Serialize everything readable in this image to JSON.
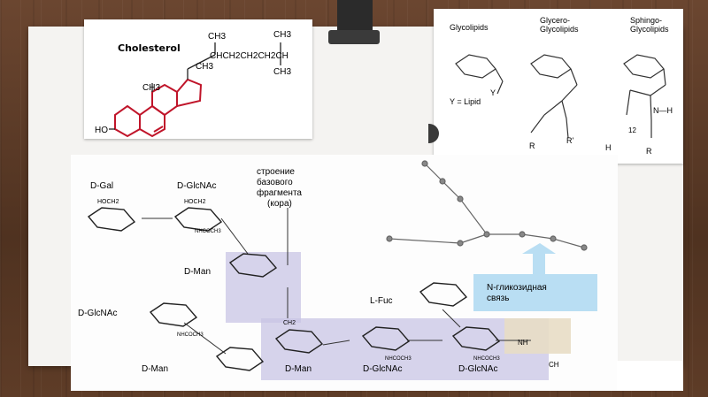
{
  "colors": {
    "wood": "#5a3a25",
    "board": "#f4f3f1",
    "ring_red": "#c0152a",
    "highlight_purple": "#c8c4e4",
    "highlight_blue": "#a8d6f0",
    "highlight_tan": "#e8ddc5"
  },
  "cholesterol": {
    "title": "Cholesterol",
    "ch3_top": "CH3",
    "ch3_right_top": "CH3",
    "side_chain": "CH",
    "chain": "CHCH2CH2CH2CH",
    "ch3_right_bottom": "CH3",
    "ch3_mid": "CH3",
    "ch3_ring": "CH3",
    "ho": "HO"
  },
  "glycolipids": {
    "col1": "Glycolipids",
    "col2_line1": "Glycero-",
    "col2_line2": "Glycolipids",
    "col3_line1": "Sphingo-",
    "col3_line2": "Glycolipids",
    "lipid_note": "Y = Lipid",
    "y_label": "Y",
    "r_label": "R",
    "r_prime": "R'",
    "nh_label": "N—H",
    "sub12": "12",
    "h_label": "H"
  },
  "nglycan": {
    "d_gal": "D-Gal",
    "d_glcnac_top": "D-GlcNAc",
    "core_title_1": "строение",
    "core_title_2": "базового",
    "core_title_3": "фрагмента",
    "core_title_4": "(кора)",
    "d_man_upper": "D-Man",
    "d_glcnac_left": "D-GlcNAc",
    "d_man_lower": "D-Man",
    "d_man_center": "D-Man",
    "d_glcnac_center": "D-GlcNAc",
    "d_glcnac_right": "D-GlcNAc",
    "l_fuc": "L-Fuc",
    "n_bond_1": "N-гликозидная",
    "n_bond_2": "связь",
    "nhcoch3": "NHCOCH3",
    "hoch2": "HOCH2",
    "ch2": "CH2",
    "nh": "NH",
    "ch": "CH"
  }
}
